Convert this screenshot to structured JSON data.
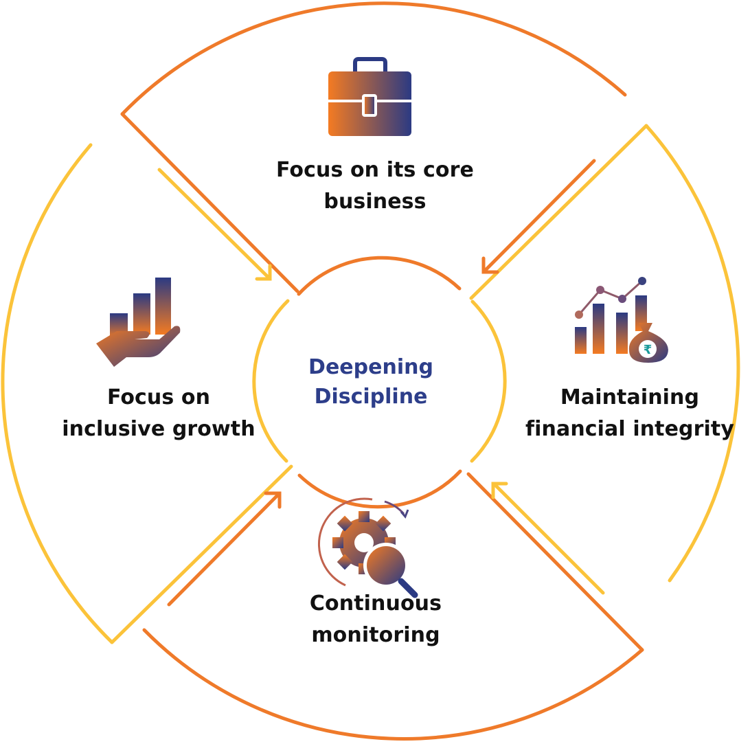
{
  "center": {
    "line1": "Deepening",
    "line2": "Discipline"
  },
  "segments": {
    "top": {
      "line1": "Focus on its core",
      "line2": "business",
      "icon": "briefcase-icon"
    },
    "right": {
      "line1": "Maintaining",
      "line2": "financial integrity",
      "icon": "financial-growth-money-bag-icon"
    },
    "bottom": {
      "line1": "Continuous",
      "line2": "monitoring",
      "icon": "gear-magnifier-icon"
    },
    "left": {
      "line1": "Focus on",
      "line2": "inclusive growth",
      "icon": "hand-growth-chart-icon"
    }
  },
  "colors": {
    "orange": "#ef7a2a",
    "yellow": "#fbc33a",
    "navy": "#2d3e8a",
    "text": "#111111",
    "teal": "#1a9a9a"
  }
}
